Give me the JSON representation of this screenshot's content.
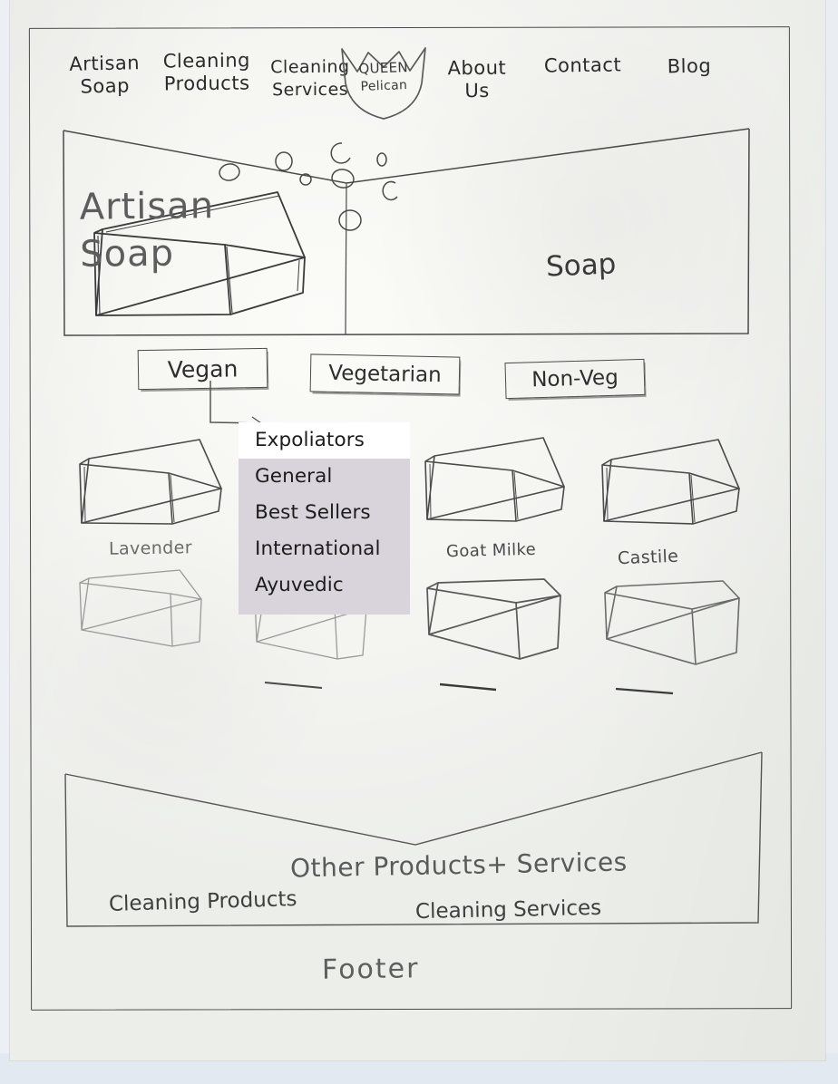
{
  "page": {
    "kind": "hand-drawn website wireframe sketch",
    "frame_label": "page-outline"
  },
  "nav": {
    "items": [
      {
        "name": "nav-artisan-soap",
        "label": "Artisan\nSoap"
      },
      {
        "name": "nav-cleaning-products",
        "label": "Cleaning\nProducts"
      },
      {
        "name": "nav-cleaning-services",
        "label": "Cleaning\nServices"
      },
      {
        "name": "nav-about-us",
        "label": "About\nUs"
      },
      {
        "name": "nav-contact",
        "label": "Contact"
      },
      {
        "name": "nav-blog",
        "label": "Blog"
      }
    ],
    "logo": {
      "line1": "QUEEN",
      "line2": "Pelican",
      "shape": "crown-shield"
    }
  },
  "hero": {
    "title": "Artisan\nSoap",
    "product_label": "Soap",
    "bubble_count": 9
  },
  "filters": {
    "items": [
      {
        "name": "filter-vegan",
        "label": "Vegan",
        "selected": true
      },
      {
        "name": "filter-vegetarian",
        "label": "Vegetarian",
        "selected": false
      },
      {
        "name": "filter-non-veg",
        "label": "Non-Veg",
        "selected": false
      }
    ]
  },
  "dropdown": {
    "anchor": "filter-vegan",
    "background": "#d9d3dc",
    "highlight": "#ffffff",
    "items": [
      {
        "label": "Expoliators",
        "active": true
      },
      {
        "label": "General",
        "active": false
      },
      {
        "label": "Best Sellers",
        "active": false
      },
      {
        "label": "International",
        "active": false
      },
      {
        "label": "Ayuvedic",
        "active": false
      }
    ]
  },
  "products": {
    "row1": [
      {
        "name": "product-lavender",
        "label": "Lavender"
      },
      {
        "name": "product-hidden-2",
        "label": ""
      },
      {
        "name": "product-goat-milk",
        "label": "Goat Milke"
      },
      {
        "name": "product-castile",
        "label": "Castile"
      }
    ],
    "row2": [
      {
        "name": "product-row2-1",
        "label": ""
      },
      {
        "name": "product-row2-2",
        "label": ""
      },
      {
        "name": "product-row2-3",
        "label": ""
      },
      {
        "name": "product-row2-4",
        "label": ""
      }
    ]
  },
  "other_section": {
    "title": "Other Products+ Services",
    "link_products": "Cleaning Products",
    "link_services": "Cleaning Services"
  },
  "footer": {
    "label": "Footer"
  }
}
